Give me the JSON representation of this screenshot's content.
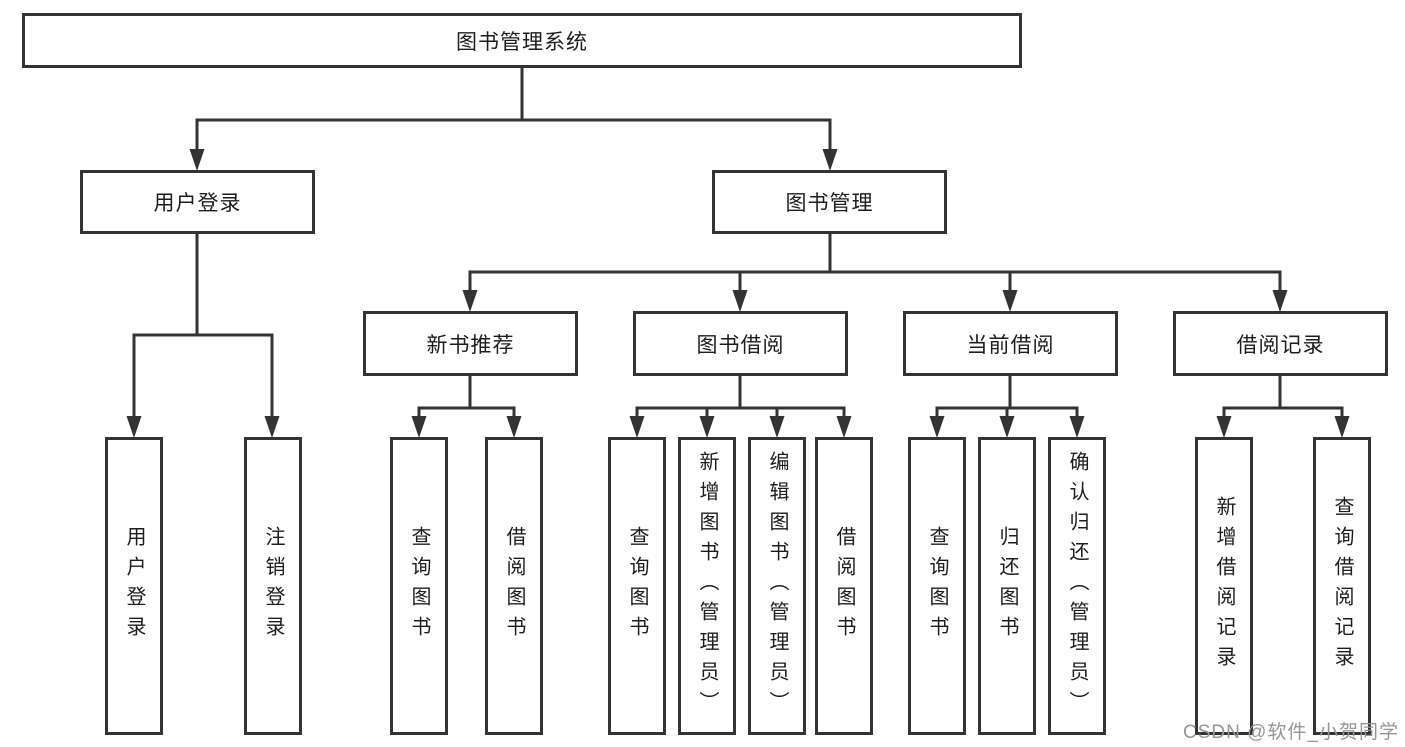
{
  "diagram_title": "图书管理系统",
  "tree": {
    "label": "图书管理系统",
    "children": [
      {
        "label": "用户登录",
        "children": [
          {
            "label": "用户登录"
          },
          {
            "label": "注销登录"
          }
        ]
      },
      {
        "label": "图书管理",
        "children": [
          {
            "label": "新书推荐",
            "children": [
              {
                "label": "查询图书"
              },
              {
                "label": "借阅图书"
              }
            ]
          },
          {
            "label": "图书借阅",
            "children": [
              {
                "label": "查询图书"
              },
              {
                "label": "新增图书（管理员）"
              },
              {
                "label": "编辑图书（管理员）"
              },
              {
                "label": "借阅图书"
              }
            ]
          },
          {
            "label": "当前借阅",
            "children": [
              {
                "label": "查询图书"
              },
              {
                "label": "归还图书"
              },
              {
                "label": "确认归还（管理员）"
              }
            ]
          },
          {
            "label": "借阅记录",
            "children": [
              {
                "label": "新增借阅记录"
              },
              {
                "label": "查询借阅记录"
              }
            ]
          }
        ]
      }
    ]
  },
  "watermark": "CSDN @软件_小贺同学",
  "colors": {
    "line": "#333333",
    "text": "#1d1d1d",
    "box_fill": "#ffffff",
    "watermark": "#969696"
  }
}
